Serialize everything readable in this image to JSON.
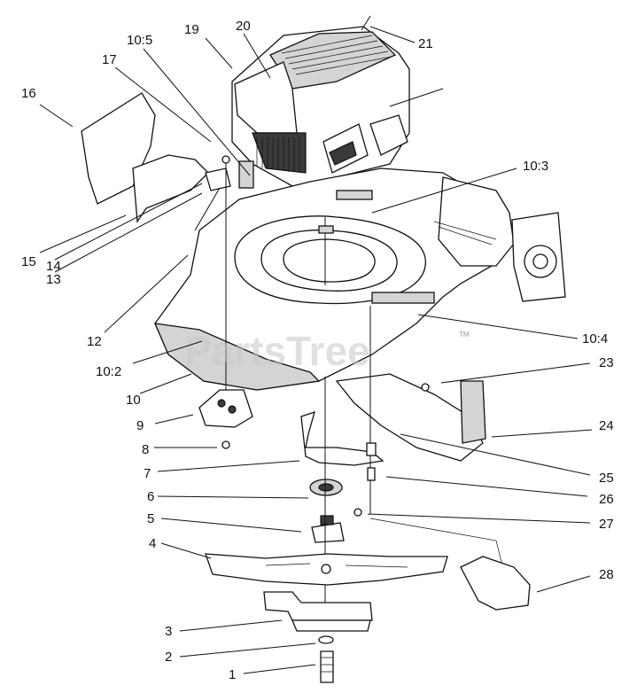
{
  "watermark": "PartsTree",
  "trademark": "TM",
  "callouts": [
    {
      "id": "c-21",
      "text": "21"
    },
    {
      "id": "c-20",
      "text": "20"
    },
    {
      "id": "c-19",
      "text": "19"
    },
    {
      "id": "c-10-5",
      "text": "10:5"
    },
    {
      "id": "c-17",
      "text": "17"
    },
    {
      "id": "c-16",
      "text": "16"
    },
    {
      "id": "c-10-3",
      "text": "10:3"
    },
    {
      "id": "c-15",
      "text": "15"
    },
    {
      "id": "c-14",
      "text": "14"
    },
    {
      "id": "c-13",
      "text": "13"
    },
    {
      "id": "c-12",
      "text": "12"
    },
    {
      "id": "c-10-4",
      "text": "10:4"
    },
    {
      "id": "c-10-2",
      "text": "10:2"
    },
    {
      "id": "c-10",
      "text": "10"
    },
    {
      "id": "c-23",
      "text": "23"
    },
    {
      "id": "c-9",
      "text": "9"
    },
    {
      "id": "c-24",
      "text": "24"
    },
    {
      "id": "c-8",
      "text": "8"
    },
    {
      "id": "c-25",
      "text": "25"
    },
    {
      "id": "c-7",
      "text": "7"
    },
    {
      "id": "c-26",
      "text": "26"
    },
    {
      "id": "c-6",
      "text": "6"
    },
    {
      "id": "c-5",
      "text": "5"
    },
    {
      "id": "c-27",
      "text": "27"
    },
    {
      "id": "c-4",
      "text": "4"
    },
    {
      "id": "c-28",
      "text": "28"
    },
    {
      "id": "c-3",
      "text": "3"
    },
    {
      "id": "c-2",
      "text": "2"
    },
    {
      "id": "c-1",
      "text": "1"
    }
  ]
}
